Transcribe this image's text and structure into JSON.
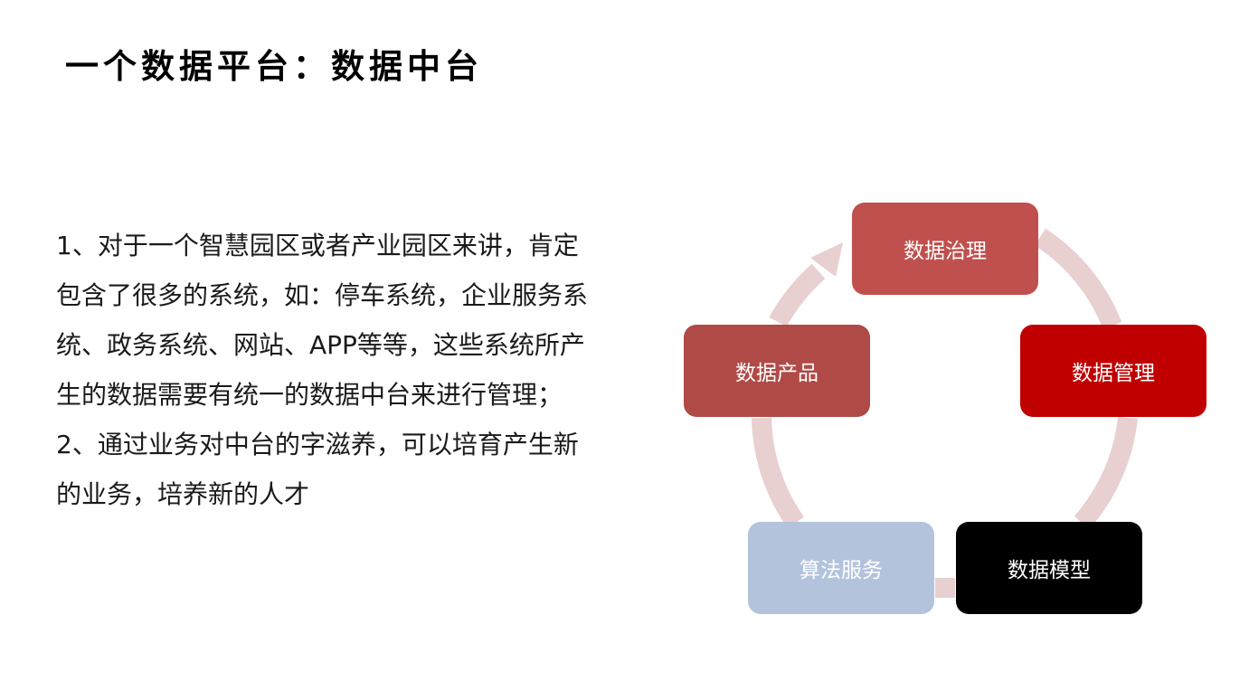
{
  "title": "一个数据平台：数据中台",
  "body": {
    "paragraphs": [
      "1、对于一个智慧园区或者产业园区来讲，肯定包含了很多的系统，如：停车系统，企业服务系统、政务系统、网站、APP等等，这些系统所产生的数据需要有统一的数据中台来进行管理；",
      "2、通过业务对中台的字滋养，可以培育产生新的业务，培养新的人才"
    ]
  },
  "cycle": {
    "arc_color": "#e8cfd0",
    "nodes": [
      {
        "label": "数据治理",
        "color": "#c0504d"
      },
      {
        "label": "数据管理",
        "color": "#c00000"
      },
      {
        "label": "数据模型",
        "color": "#000000"
      },
      {
        "label": "算法服务",
        "color": "#b3c3dc"
      },
      {
        "label": "数据产品",
        "color": "#af4a47"
      }
    ]
  }
}
